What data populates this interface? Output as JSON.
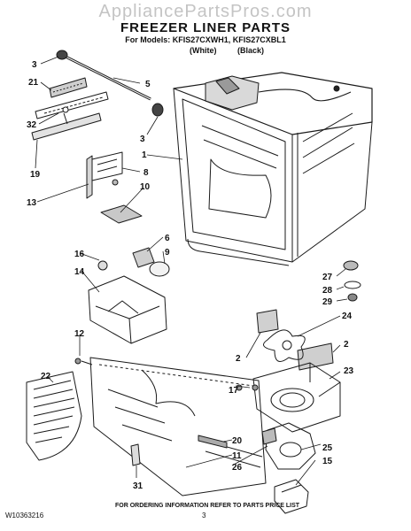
{
  "watermark": "AppliancePartsPros.com",
  "header": {
    "title": "FREEZER LINER PARTS",
    "models_line": "For Models: KFIS27CXWH1, KFIS27CXBL1",
    "variant_white": "(White)",
    "variant_black": "(Black)"
  },
  "callouts": [
    "3",
    "21",
    "5",
    "32",
    "3",
    "1",
    "19",
    "8",
    "13",
    "10",
    "6",
    "9",
    "16",
    "14",
    "27",
    "28",
    "29",
    "12",
    "24",
    "2",
    "2",
    "22",
    "23",
    "17",
    "20",
    "25",
    "11",
    "15",
    "26",
    "31"
  ],
  "footer": {
    "order_note": "FOR ORDERING INFORMATION REFER TO PARTS PRICE LIST",
    "doc_number": "W10363216",
    "page_number": "3"
  }
}
